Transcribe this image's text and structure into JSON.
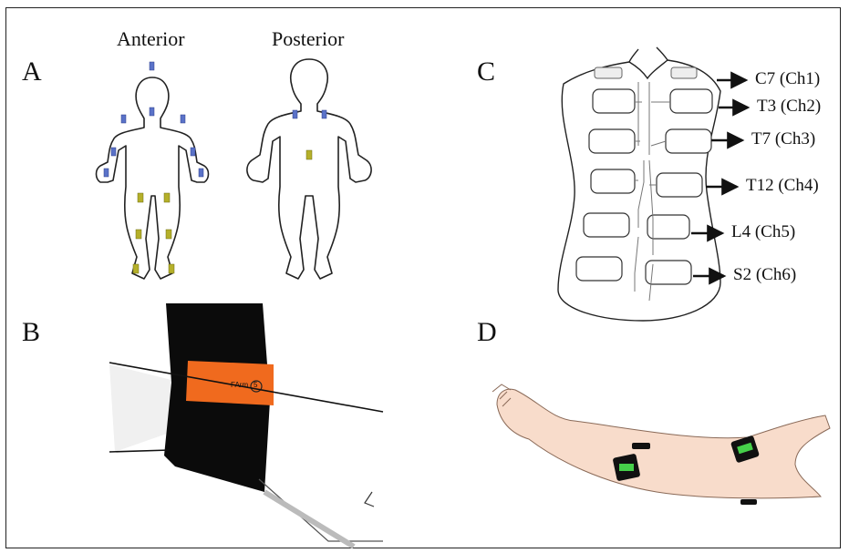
{
  "panels": {
    "a": {
      "letter": "A",
      "anterior_label": "Anterior",
      "posterior_label": "Posterior",
      "colors": {
        "blue_sensor": "#5a72c8",
        "yellow_sensor": "#b5b02a"
      }
    },
    "b": {
      "letter": "B",
      "band_label": "FArm",
      "band_number": "5",
      "colors": {
        "strap": "#0b0b0b",
        "band": "#f06a1e"
      }
    },
    "c": {
      "letter": "C",
      "channels": [
        {
          "label": "C7 (Ch1)"
        },
        {
          "label": "T3 (Ch2)"
        },
        {
          "label": "T7 (Ch3)"
        },
        {
          "label": "T12 (Ch4)"
        },
        {
          "label": "L4 (Ch5)"
        },
        {
          "label": "S2 (Ch6)"
        }
      ]
    },
    "d": {
      "letter": "D",
      "colors": {
        "skin": "#f8dccb",
        "sensor": "#111111",
        "led": "#46d04a"
      }
    }
  }
}
